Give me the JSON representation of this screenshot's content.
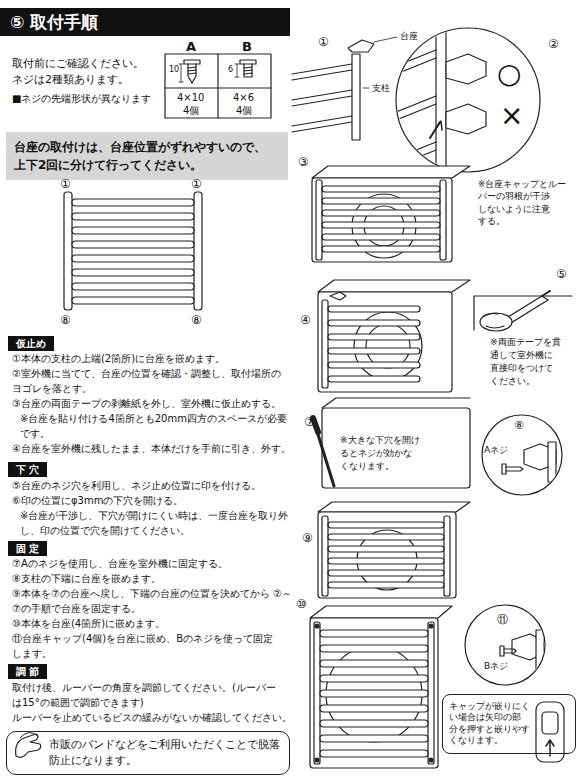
{
  "diagram": {
    "title": "⑤ 取付手順",
    "nodes": [
      {
        "text": [
          "台座の取付けは、台座位置がずれやすいので、 上下2回に分けて行ってください。"
        ]
      },
      {
        "text": [
          "仮止め"
        ]
      },
      {
        "text": [
          "下 穴"
        ]
      },
      {
        "text": [
          "固 定"
        ]
      },
      {
        "text": [
          "調 節"
        ]
      },
      {
        "text": [
          "市販のバンドなどをご利用いただくことで脱落 防止になります。"
        ]
      },
      {
        "text": [
          "キャップが嵌りにく い場合は矢印の部 分を押すと嵌りやす くなります。"
        ]
      }
    ],
    "labels": [
      "取付前にご確認ください。 ネジは2種類あります。",
      "■ネジの先端形状が異なります",
      "A",
      "B",
      "10",
      "6",
      "4×10",
      "4個",
      "4×6",
      "4個",
      "①",
      "①",
      "⑧",
      "⑧",
      "①本体の支柱の上端(2箇所)に台座を嵌めます。",
      "②室外機に当てて、台座の位置を確認・調整し、取付場所の ヨゴレを落とす。",
      "③台座の両面テープの剥離紙を外し、室外機に仮止めする。",
      "※台座を貼り付ける4箇所とも20mm四方のスペースが必要 です。",
      "④台座を室外機に残したまま、本体だけを手前に引き、外す。",
      "⑤台座のネジ穴を利用し、ネジ止め位置に印を付ける。",
      "⑥印の位置にφ3mmの下穴を開ける。",
      "※台座が干渉し、下穴が開けにくい時は、一度台座を取り外 し、印の位置で穴を開けてください。",
      "⑦Aのネジを使用し、台座を室外機に固定する。",
      "⑧支柱の下端に台座を嵌めます。",
      "⑨本体を⑦の台座へ戻し、下端の台座の位置を決めてから ②～⑦の手順で台座を固定する。",
      "⑩本体を台座(4箇所)に嵌めます。",
      "⑪台座キャップ(4個)を台座に嵌め、Bのネジを使って固定 します。",
      "取付け後、ルーバーの角度を調節してください。(ルーバー は15°の範囲で調節できます)",
      "ルーバーを止めているビスの緩みがないか確認してください。",
      "①",
      "台座",
      "支柱",
      "②",
      "○",
      "×",
      "※台座キャップとルー バーの羽根が干渉 しないように注意 する。",
      "③",
      "④",
      "⑤",
      "※両面テープを貫 通して室外機に 直接印をつけて ください。",
      "⑦",
      "※大きな下穴を開け るとネジが効かな くなります。",
      "⑧",
      "Aネジ",
      "⑨",
      "⑩",
      "⑪",
      "Bネジ"
    ]
  }
}
